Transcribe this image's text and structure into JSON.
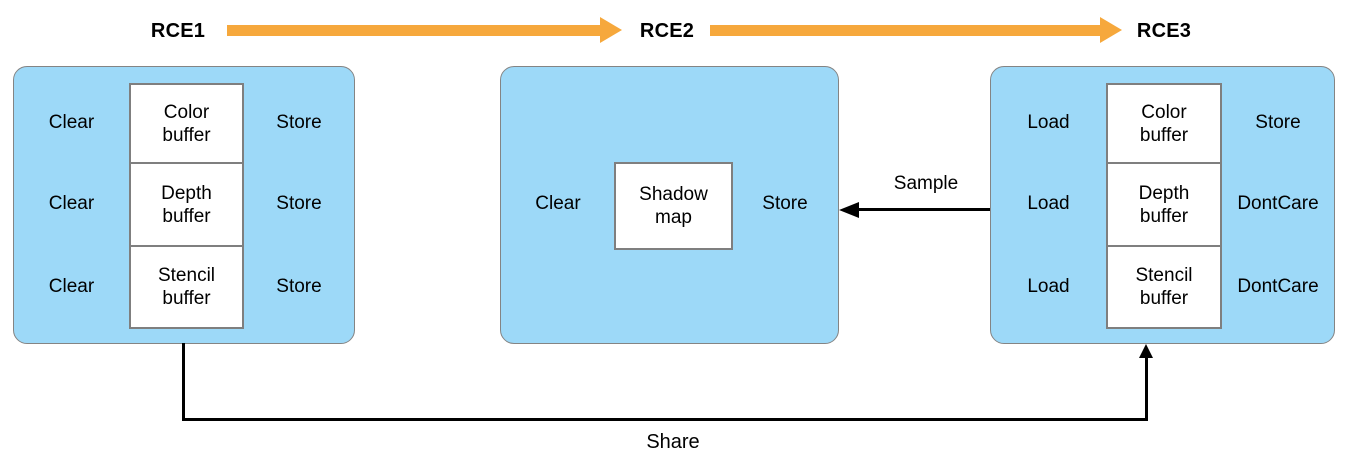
{
  "header": {
    "rce1_label": "RCE1",
    "rce2_label": "RCE2",
    "rce3_label": "RCE3"
  },
  "colors": {
    "encoder_fill": "#9DD9F8",
    "encoder_border": "#848484",
    "buffer_fill": "#FFFFFF",
    "buffer_border": "#7F7F7F",
    "flow_arrow_orange": "#F6A83C",
    "connector_black": "#000000",
    "text": "#000000"
  },
  "rce1": {
    "rows": [
      {
        "load_action": "Clear",
        "buffer": "Color buffer",
        "store_action": "Store"
      },
      {
        "load_action": "Clear",
        "buffer": "Depth buffer",
        "store_action": "Store"
      },
      {
        "load_action": "Clear",
        "buffer": "Stencil buffer",
        "store_action": "Store"
      }
    ]
  },
  "rce2": {
    "load_action": "Clear",
    "buffer": "Shadow map",
    "store_action": "Store"
  },
  "rce3": {
    "rows": [
      {
        "load_action": "Load",
        "buffer": "Color buffer",
        "store_action": "Store"
      },
      {
        "load_action": "Load",
        "buffer": "Depth buffer",
        "store_action": "DontCare"
      },
      {
        "load_action": "Load",
        "buffer": "Stencil buffer",
        "store_action": "DontCare"
      }
    ]
  },
  "connections": {
    "sample_label": "Sample",
    "share_label": "Share"
  }
}
